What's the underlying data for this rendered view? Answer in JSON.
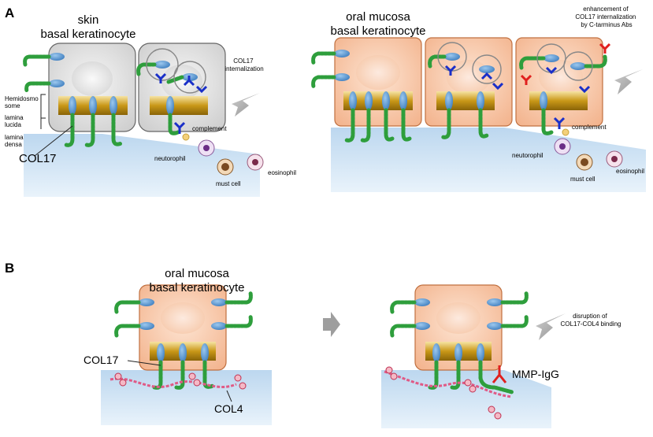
{
  "panelA": {
    "letter": "A",
    "skin": {
      "title_line1": "skin",
      "title_line2": "basal keratinocyte",
      "internalization": [
        "COL17",
        "internalization"
      ],
      "hemidesmosome": [
        "Hemidosmo",
        "some"
      ],
      "lamina_lucida": [
        "lamina",
        "lucida"
      ],
      "lamina_densa": [
        "lamina",
        "densa"
      ],
      "col17": "COL17",
      "complement": "complement",
      "neutrophil": "neutorophil",
      "mast_cell": "must cell",
      "eosinophil": "eosinophil"
    },
    "oral": {
      "title_line1": "oral mucosa",
      "title_line2": "basal keratinocyte",
      "enhancement": [
        "enhancement of",
        "COL17 internalization",
        "by C-tarminus Abs"
      ],
      "complement": "complement",
      "neutrophil": "neutorophil",
      "mast_cell": "must cell",
      "eosinophil": "eosinophil"
    }
  },
  "panelB": {
    "letter": "B",
    "title_line1": "oral mucosa",
    "title_line2": "basal keratinocyte",
    "col17": "COL17",
    "col4": "COL4",
    "disruption": [
      "disruption of",
      "COL17-COL4 binding"
    ],
    "mmp_igg": "MMP-IgG"
  },
  "colors": {
    "skin_cell": "#e4e4e4",
    "oral_cell": "#f7c6a6",
    "collagen_green": "#2e9e3c",
    "antibody_blue": "#1a2fc8",
    "antibody_red": "#e0201e",
    "membrane_blue": "#cfe3f5",
    "col4_pink": "#e05a86"
  }
}
